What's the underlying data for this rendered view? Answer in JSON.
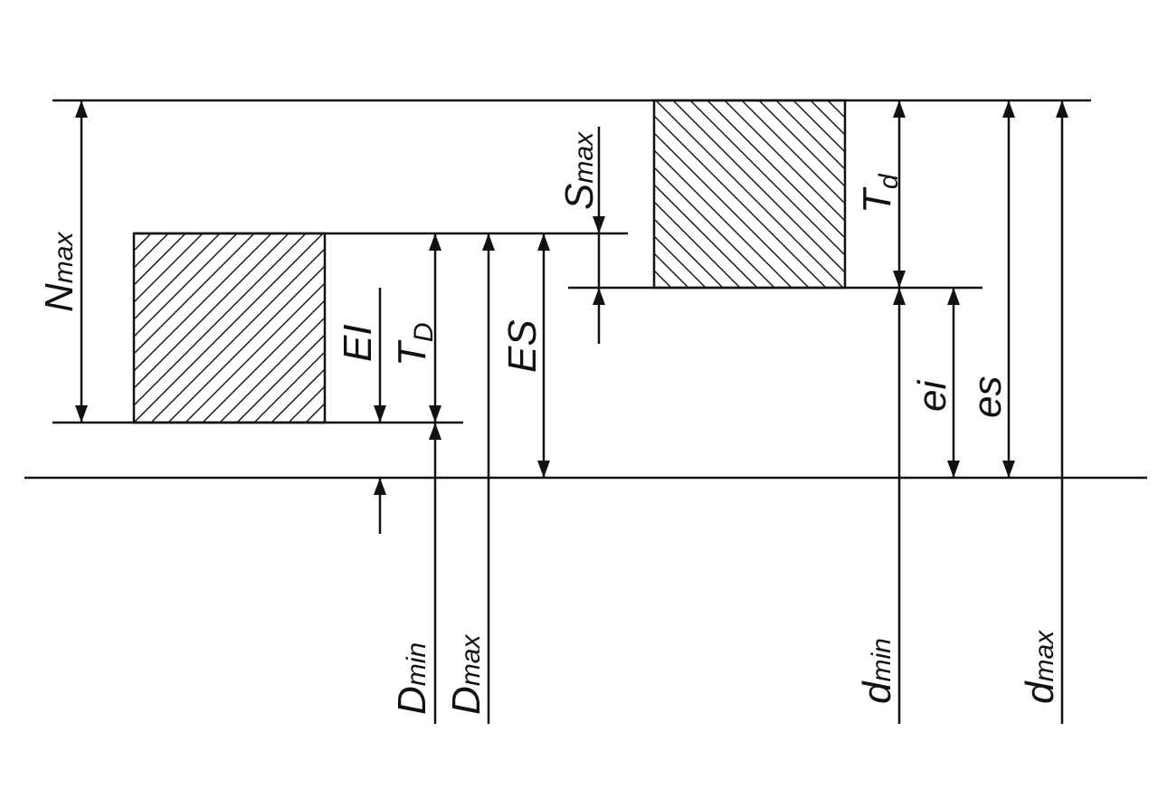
{
  "labels": {
    "n_max": {
      "main": "N",
      "sub": "max"
    },
    "s_max": {
      "main": "S",
      "sub": "max"
    },
    "ei_upper": {
      "main": "EI",
      "sub": ""
    },
    "t_hole": {
      "main": "T",
      "sub": "D"
    },
    "es_upper": {
      "main": "ES",
      "sub": ""
    },
    "t_shaft": {
      "main": "T",
      "sub": "d"
    },
    "ei_lower": {
      "main": "ei",
      "sub": ""
    },
    "es_lower": {
      "main": "es",
      "sub": ""
    },
    "d_min_hole": {
      "main": "D",
      "sub": "min"
    },
    "d_max_hole": {
      "main": "D",
      "sub": "max"
    },
    "d_min_shaft": {
      "main": "d",
      "sub": "min"
    },
    "d_max_shaft": {
      "main": "d",
      "sub": "max"
    }
  }
}
